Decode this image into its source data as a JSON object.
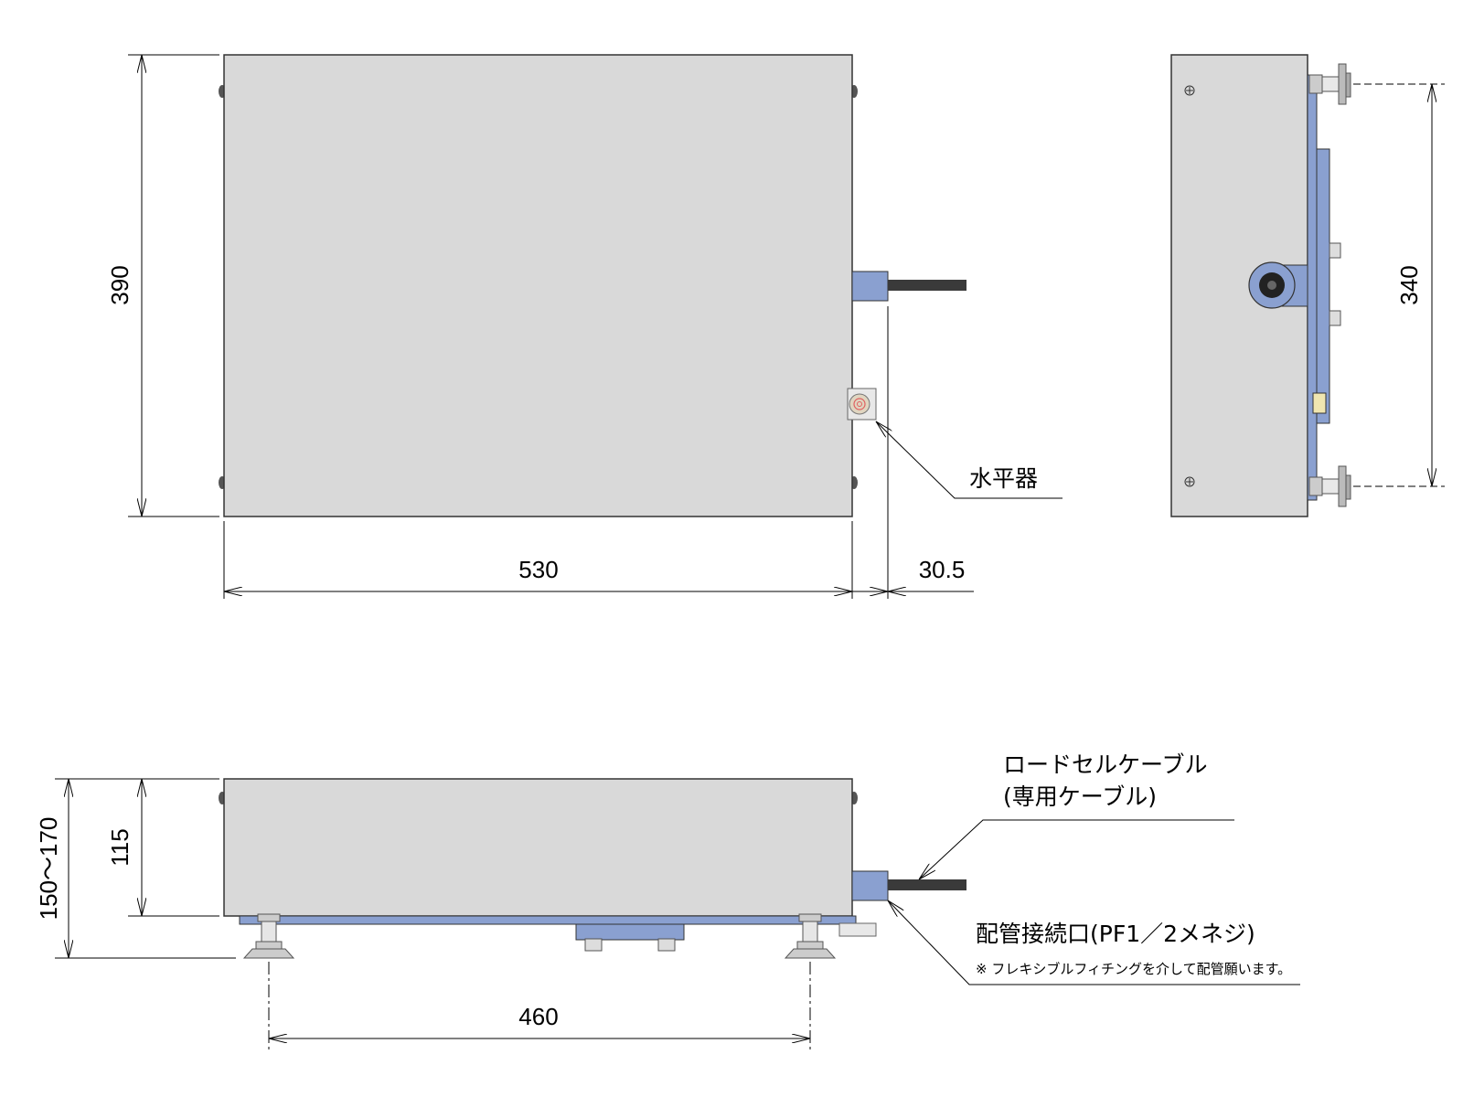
{
  "dimensions": {
    "top_height": "390",
    "top_width": "530",
    "connector_offset": "30.5",
    "side_pitch": "340",
    "front_total_height": "150～170",
    "front_body_height": "115",
    "foot_pitch": "460"
  },
  "labels": {
    "level": "水平器",
    "cable_line1": "ロードセルケーブル",
    "cable_line2": "(専用ケーブル)",
    "pipe": "配管接続口(PF1／2メネジ)",
    "pipe_note": "※ フレキシブルフィチングを介して配管願います。"
  },
  "colors": {
    "body_gray": "#d9d9d9",
    "part_blue": "#8aa0d0",
    "cable_dark": "#3a3a3a"
  }
}
